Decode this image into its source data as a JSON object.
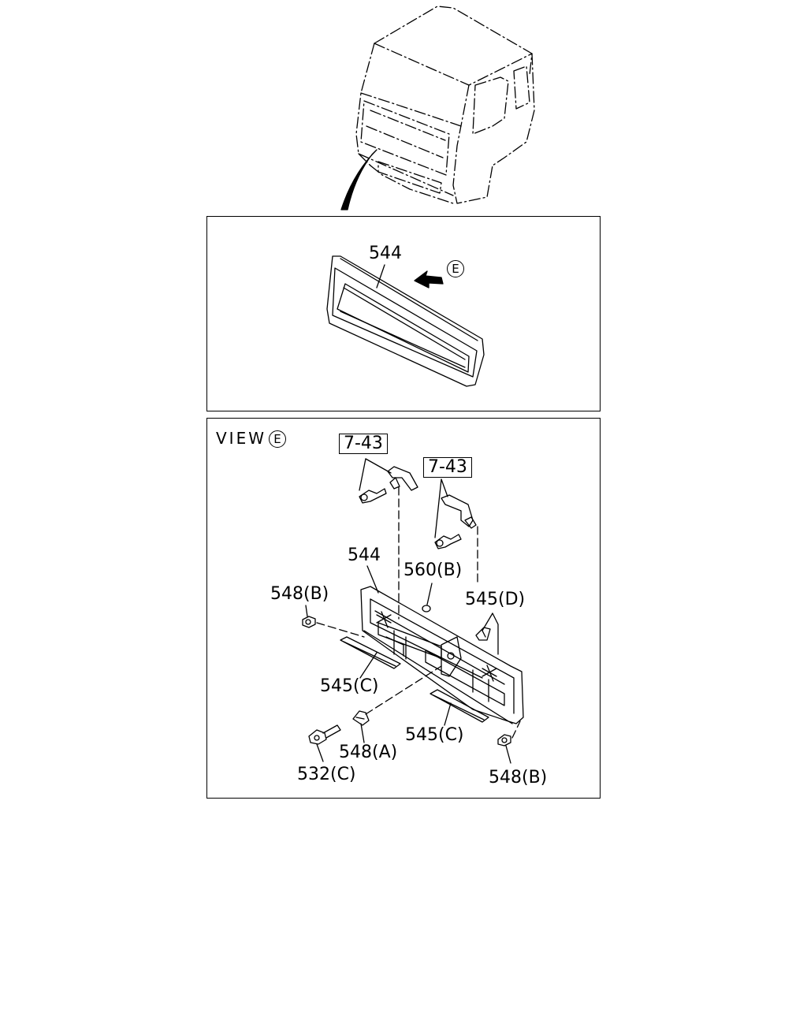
{
  "labels": {
    "grille_top": "544",
    "view_marker": "E",
    "view_title": "VIEW",
    "ref_left": "7-43",
    "ref_right": "7-43",
    "grille_view": "544",
    "part_560b": "560(B)",
    "part_548b_left": "548(B)",
    "part_545d": "545(D)",
    "part_545c_left": "545(C)",
    "part_545c_right": "545(C)",
    "part_548a": "548(A)",
    "part_532c": "532(C)",
    "part_548b_right": "548(B)"
  }
}
